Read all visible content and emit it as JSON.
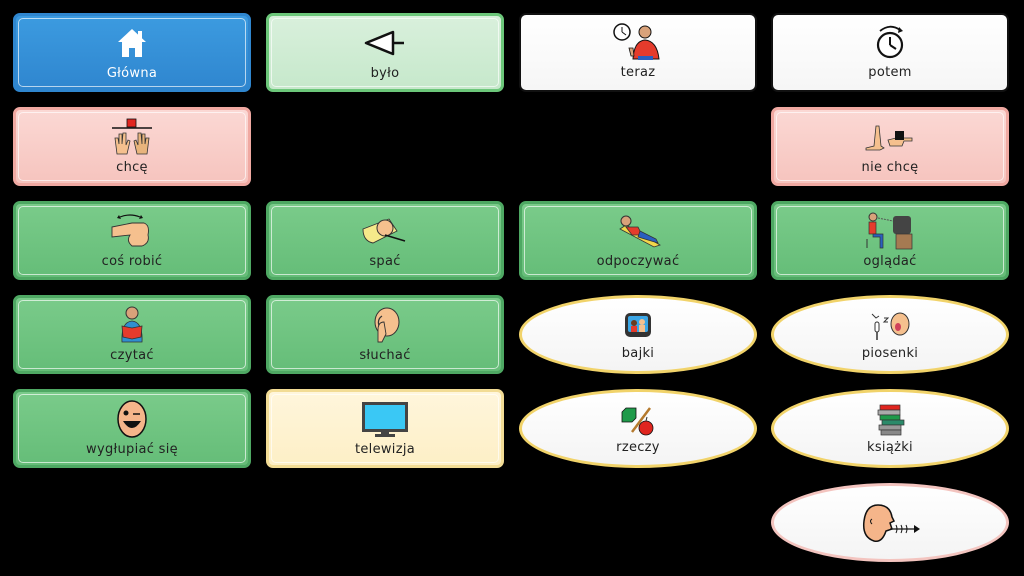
{
  "board": {
    "cells": [
      {
        "label": "Główna",
        "icon": "home-icon",
        "color": "#3490d8"
      },
      {
        "label": "było",
        "icon": "past-arrow-icon",
        "color": "#cdebd2"
      },
      {
        "label": "teraz",
        "icon": "now-clock-person-icon",
        "color": "#ffffff"
      },
      {
        "label": "potem",
        "icon": "later-timer-icon",
        "color": "#ffffff"
      },
      {
        "label": "chcę",
        "icon": "want-hands-icon",
        "color": "#f9cfc9"
      },
      {
        "label": "nie chcę",
        "icon": "dont-want-hands-icon",
        "color": "#f9cfc9"
      },
      {
        "label": "coś robić",
        "icon": "do-something-fist-icon",
        "color": "#70c482"
      },
      {
        "label": "spać",
        "icon": "sleep-icon",
        "color": "#70c482"
      },
      {
        "label": "odpoczywać",
        "icon": "rest-deckchair-icon",
        "color": "#70c482"
      },
      {
        "label": "oglądać",
        "icon": "watch-tv-person-icon",
        "color": "#70c482"
      },
      {
        "label": "czytać",
        "icon": "read-book-icon",
        "color": "#70c482"
      },
      {
        "label": "słuchać",
        "icon": "listen-ear-icon",
        "color": "#70c482"
      },
      {
        "label": "bajki",
        "icon": "cartoons-tv-icon",
        "color": "#fafafa"
      },
      {
        "label": "piosenki",
        "icon": "songs-singing-icon",
        "color": "#fafafa"
      },
      {
        "label": "wygłupiać się",
        "icon": "silly-face-icon",
        "color": "#70c482"
      },
      {
        "label": "telewizja",
        "icon": "television-icon",
        "color": "#fff3d2"
      },
      {
        "label": "rzeczy",
        "icon": "things-icon",
        "color": "#fafafa"
      },
      {
        "label": "książki",
        "icon": "books-stack-icon",
        "color": "#fafafa"
      },
      {
        "label": "",
        "icon": "speak-icon",
        "color": "#fafafa"
      }
    ]
  }
}
